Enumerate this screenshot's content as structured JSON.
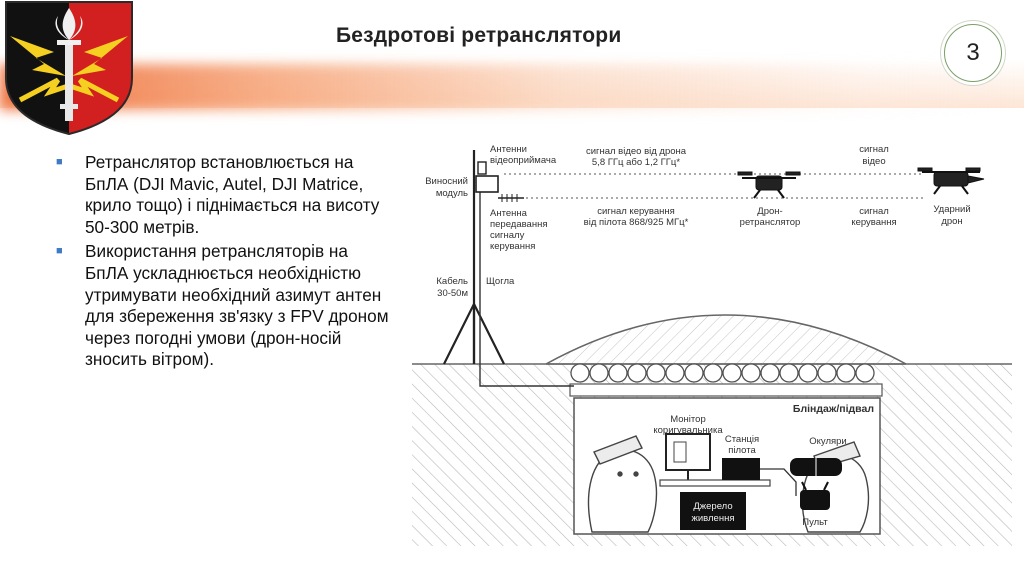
{
  "slide": {
    "title": "Бездротові ретранслятори",
    "page_number": "3"
  },
  "bullets": [
    "Ретранслятор встановлюється на БпЛА (DJI Mavic, Autel, DJI Matrice, крило тощо) і піднімається на висоту 50-300 метрів.",
    "Використання ретрансляторів на БпЛА ускладнюється необхідністю утримувати необхідний азимут антен для збереження зв'язку з FPV дроном через погодні умови (дрон-носій зносить вітром)."
  ],
  "diagram": {
    "labels": {
      "antenna_video_1": "Антенни",
      "antenna_video_2": "відеоприймача",
      "remote_module_1": "Виносний",
      "remote_module_2": "модуль",
      "antenna_tx_1": "Антенна",
      "antenna_tx_2": "передавання",
      "antenna_tx_3": "сигналу",
      "antenna_tx_4": "керування",
      "cable_1": "Кабель",
      "cable_2": "30-50м",
      "mast": "Щогла",
      "video_signal_1": "сигнал відео від дрона",
      "video_signal_2": "5,8 ГГц або 1,2 ГГц*",
      "control_signal_1": "сигнал керування",
      "control_signal_2": "від пілота 868/925 МГц*",
      "relay_drone_1": "Дрон-",
      "relay_drone_2": "ретранслятор",
      "signal_video_1": "сигнал",
      "signal_video_2": "відео",
      "signal_control_1": "сигнал",
      "signal_control_2": "керування",
      "strike_drone_1": "Ударний",
      "strike_drone_2": "дрон",
      "bunker": "Бліндаж/підвал",
      "monitor_1": "Монітор",
      "monitor_2": "коригувальника",
      "pilot_station_1": "Станція",
      "pilot_station_2": "пілота",
      "goggles": "Окуляри",
      "power_1": "Джерело",
      "power_2": "живлення",
      "remote": "Пульт"
    }
  }
}
